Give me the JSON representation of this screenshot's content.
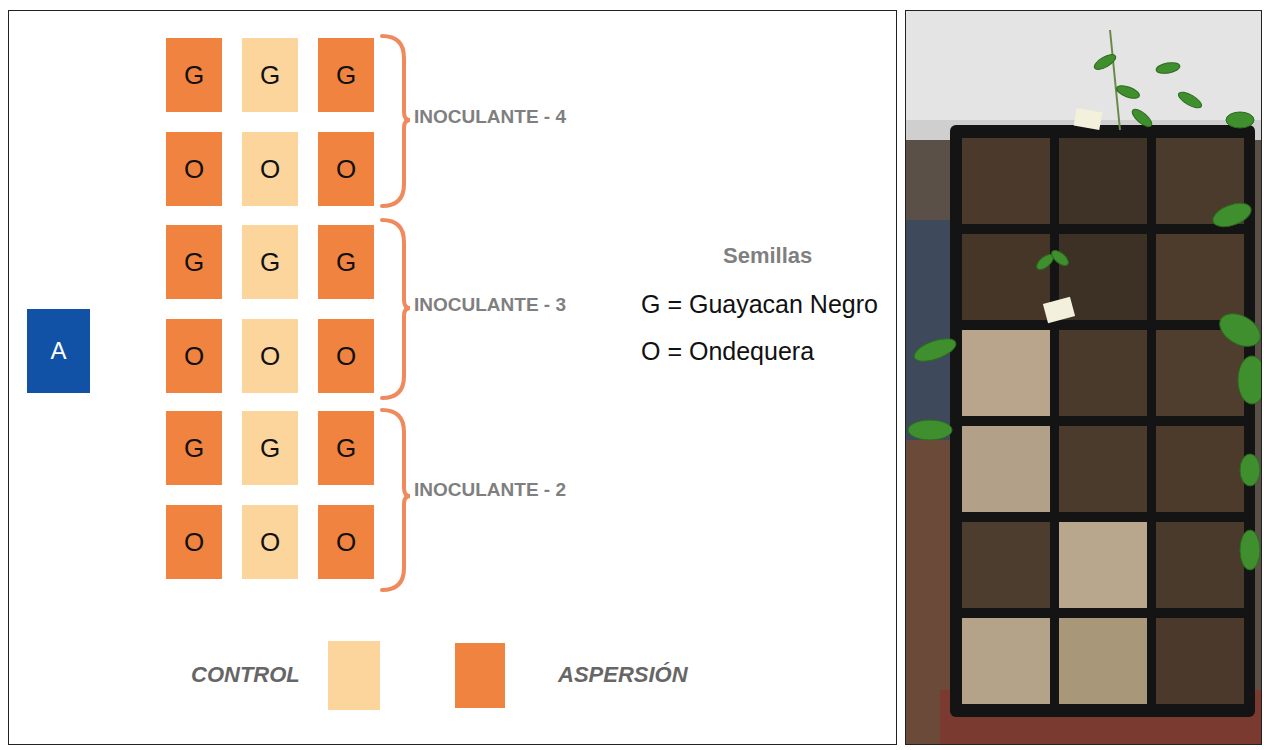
{
  "diagram": {
    "nodes": [
      {
        "text": [
          "A"
        ]
      },
      {
        "text": [
          "G"
        ]
      },
      {
        "text": [
          "G"
        ]
      },
      {
        "text": [
          "G"
        ]
      },
      {
        "text": [
          "O"
        ]
      },
      {
        "text": [
          "O"
        ]
      },
      {
        "text": [
          "O"
        ]
      },
      {
        "text": [
          "G"
        ]
      },
      {
        "text": [
          "G"
        ]
      },
      {
        "text": [
          "G"
        ]
      },
      {
        "text": [
          "O"
        ]
      },
      {
        "text": [
          "O"
        ]
      },
      {
        "text": [
          "O"
        ]
      },
      {
        "text": [
          "G"
        ]
      },
      {
        "text": [
          "G"
        ]
      },
      {
        "text": [
          "G"
        ]
      },
      {
        "text": [
          "O"
        ]
      },
      {
        "text": [
          "O"
        ]
      },
      {
        "text": [
          "O"
        ]
      }
    ],
    "labels": [
      "INOCULANTE - 4",
      "INOCULANTE - 3",
      "INOCULANTE - 2",
      "Semillas",
      "G = Guayacan Negro",
      "O = Ondequera"
    ],
    "legend": [
      {
        "text": "CONTROL",
        "color": "#fcd59c"
      },
      {
        "text": "ASPERSIÓN",
        "color": "#f0833f"
      }
    ]
  }
}
